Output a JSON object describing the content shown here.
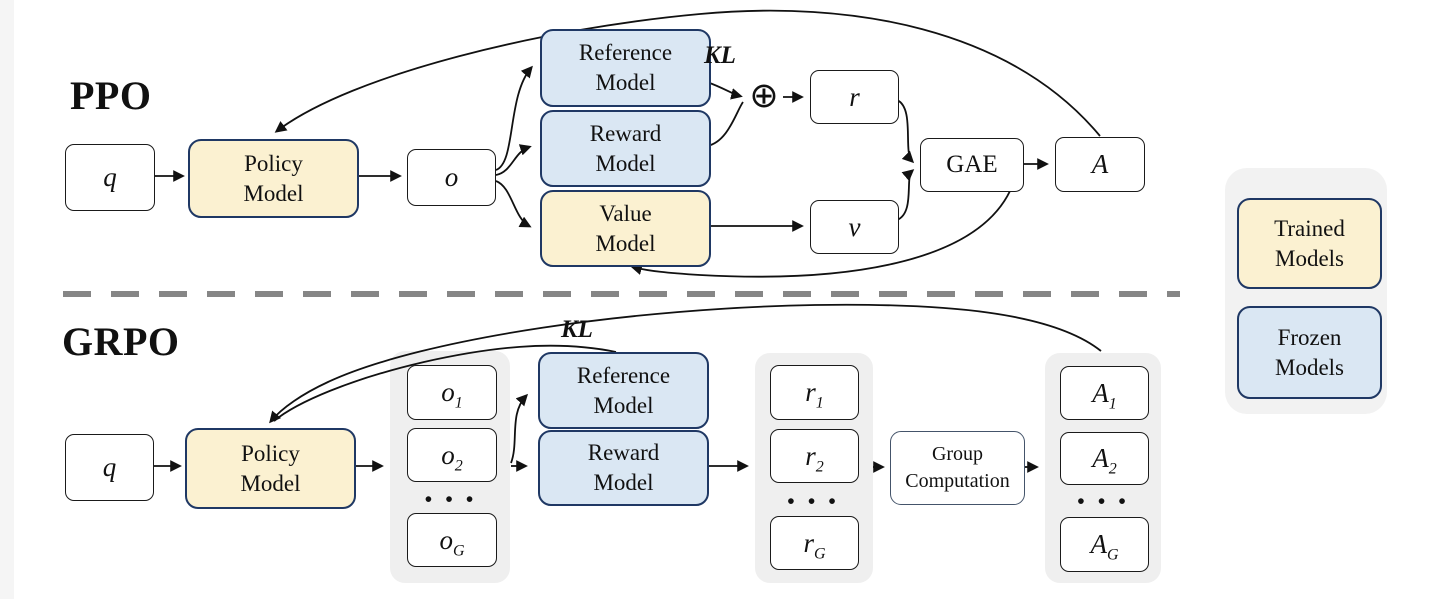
{
  "colors": {
    "trained_fill": "#FBF1D1",
    "frozen_fill": "#DAE7F3",
    "model_border": "#1F3864",
    "group_fill": "#EFEFEF",
    "divider": "#868686"
  },
  "ppo": {
    "section_label": "PPO",
    "q_label": "q",
    "policy_model": {
      "line1": "Policy",
      "line2": "Model"
    },
    "output_label": "o",
    "reference_model": {
      "line1": "Reference",
      "line2": "Model"
    },
    "reward_model": {
      "line1": "Reward",
      "line2": "Model"
    },
    "value_model": {
      "line1": "Value",
      "line2": "Model"
    },
    "kl_label": "KL",
    "oplus_symbol": "⊕",
    "reward_label": "r",
    "value_label": "v",
    "gae_label": "GAE",
    "advantage_label": "A"
  },
  "grpo": {
    "section_label": "GRPO",
    "q_label": "q",
    "policy_model": {
      "line1": "Policy",
      "line2": "Model"
    },
    "reference_model": {
      "line1": "Reference",
      "line2": "Model"
    },
    "reward_model": {
      "line1": "Reward",
      "line2": "Model"
    },
    "kl_label": "KL",
    "outputs": [
      {
        "base": "o",
        "sub": "1"
      },
      {
        "base": "o",
        "sub": "2"
      },
      {
        "base": "o",
        "sub": "G"
      }
    ],
    "outputs_dots": "• • •",
    "rewards": [
      {
        "base": "r",
        "sub": "1"
      },
      {
        "base": "r",
        "sub": "2"
      },
      {
        "base": "r",
        "sub": "G"
      }
    ],
    "rewards_dots": "• • •",
    "group_computation": {
      "line1": "Group",
      "line2": "Computation"
    },
    "advantages": [
      {
        "base": "A",
        "sub": "1"
      },
      {
        "base": "A",
        "sub": "2"
      },
      {
        "base": "A",
        "sub": "G"
      }
    ],
    "advantages_dots": "• • •"
  },
  "legend": {
    "trained": {
      "line1": "Trained",
      "line2": "Models"
    },
    "frozen": {
      "line1": "Frozen",
      "line2": "Models"
    }
  }
}
